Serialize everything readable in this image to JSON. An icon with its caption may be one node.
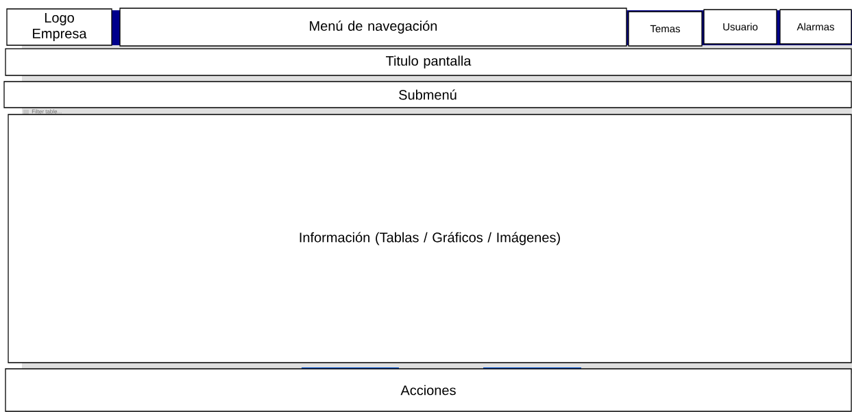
{
  "diagram": {
    "nodes": [
      {
        "text": [
          "Logo Empresa"
        ]
      },
      {
        "text": [
          "Menú de navegación"
        ]
      },
      {
        "text": [
          "Temas"
        ]
      },
      {
        "text": [
          "Usuario"
        ]
      },
      {
        "text": [
          "Alarmas"
        ]
      },
      {
        "text": [
          "Titulo pantalla"
        ]
      },
      {
        "text": [
          "Submenú"
        ]
      },
      {
        "text": [
          "Información (Tablas / Gráficos / Imágenes)"
        ]
      },
      {
        "text": [
          "Acciones"
        ]
      }
    ],
    "labels": [
      "Filter table..."
    ]
  }
}
